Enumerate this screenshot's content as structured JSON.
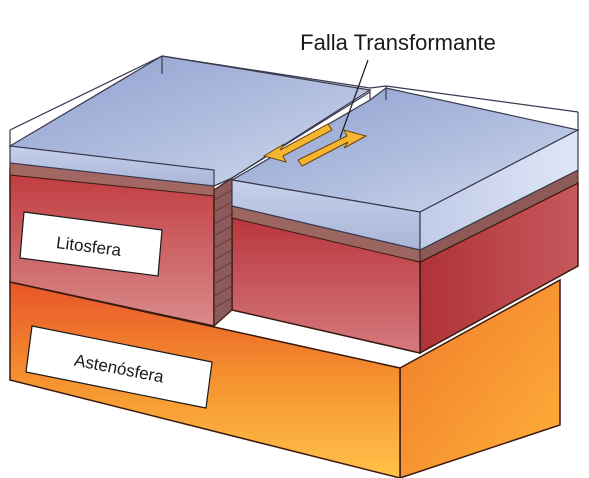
{
  "title": "Falla Transformante",
  "labels": {
    "lithosphere": "Litosfera",
    "asthenosphere": "Astenósfera"
  },
  "colors": {
    "ocean": "#a9b8dc",
    "lithosphere": "#c94a4a",
    "crust_band": "#9b6a66",
    "asthenosphere": "#f08a2a",
    "arrow": "#f5b52e"
  }
}
